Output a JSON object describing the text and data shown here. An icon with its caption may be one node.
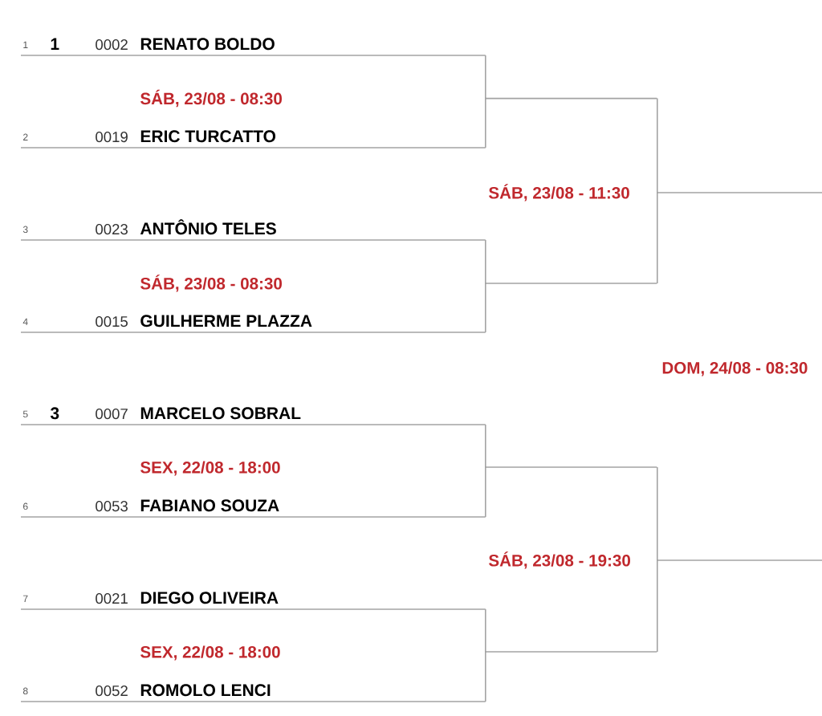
{
  "diagram": {
    "nodes": [
      {
        "text": [
          "1",
          "1",
          "0002",
          "RENATO BOLDO"
        ]
      },
      {
        "text": [
          "2",
          "0019",
          "ERIC TURCATTO"
        ]
      },
      {
        "text": [
          "3",
          "0023",
          "ANTÔNIO TELES"
        ]
      },
      {
        "text": [
          "4",
          "0015",
          "GUILHERME PLAZZA"
        ]
      },
      {
        "text": [
          "5",
          "3",
          "0007",
          "MARCELO SOBRAL"
        ]
      },
      {
        "text": [
          "6",
          "0053",
          "FABIANO SOUZA"
        ]
      },
      {
        "text": [
          "7",
          "0021",
          "DIEGO OLIVEIRA"
        ]
      },
      {
        "text": [
          "8",
          "0052",
          "ROMOLO LENCI"
        ]
      },
      {
        "text": [],
        "shape": "line"
      },
      {
        "text": [],
        "shape": "line"
      },
      {
        "text": [],
        "shape": "line"
      },
      {
        "text": [],
        "shape": "line"
      },
      {
        "text": [],
        "shape": "line"
      },
      {
        "text": [],
        "shape": "line"
      }
    ],
    "edges": [
      {
        "from": 0,
        "to": 8,
        "arrow": "none"
      },
      {
        "from": 1,
        "to": 8,
        "arrow": "none"
      },
      {
        "from": 2,
        "to": 9,
        "arrow": "none"
      },
      {
        "from": 3,
        "to": 9,
        "arrow": "none"
      },
      {
        "from": 4,
        "to": 10,
        "arrow": "none"
      },
      {
        "from": 5,
        "to": 10,
        "arrow": "none"
      },
      {
        "from": 6,
        "to": 11,
        "arrow": "none"
      },
      {
        "from": 7,
        "to": 11,
        "arrow": "none"
      },
      {
        "from": 8,
        "to": 12,
        "arrow": "none"
      },
      {
        "from": 9,
        "to": 12,
        "arrow": "none"
      },
      {
        "from": 10,
        "to": 13,
        "arrow": "none"
      },
      {
        "from": 11,
        "to": 13,
        "arrow": "none"
      }
    ],
    "labels": [
      "SÁB, 23/08 - 08:30",
      "SÁB, 23/08 - 11:30",
      "SÁB, 23/08 - 08:30",
      "DOM, 24/08 - 08:30",
      "SEX, 22/08 - 18:00",
      "SÁB, 23/08 - 19:30",
      "SEX, 22/08 - 18:00"
    ]
  }
}
